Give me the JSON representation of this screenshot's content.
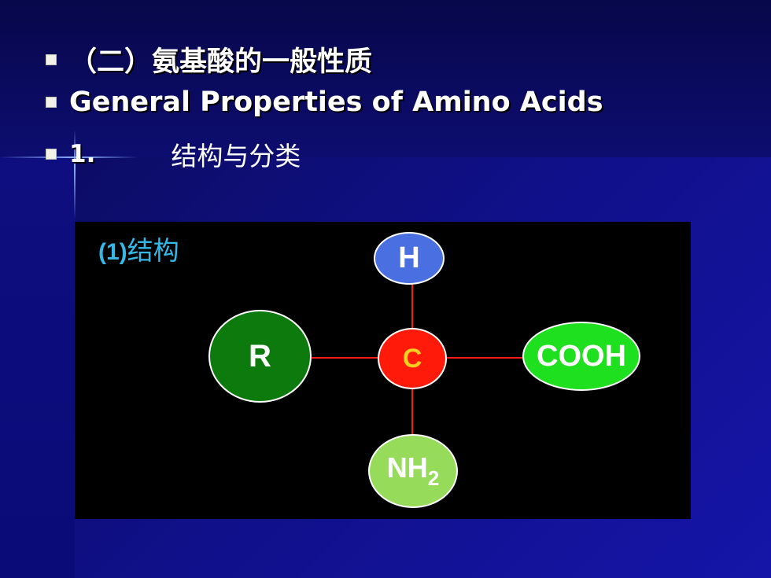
{
  "bullets": [
    {
      "text": "（二）氨基酸的一般性质"
    },
    {
      "text": "General Properties of Amino Acids"
    },
    {
      "num": "1.",
      "text": "结构与分类"
    }
  ],
  "diagram": {
    "title_num": "(1)",
    "title_text": "结构",
    "center_label": "C",
    "top_label": "H",
    "left_label": "R",
    "right_label": "COOH",
    "bottom_label_main": "NH",
    "bottom_label_sub": "2",
    "bond_color": "#ff1a1a"
  }
}
